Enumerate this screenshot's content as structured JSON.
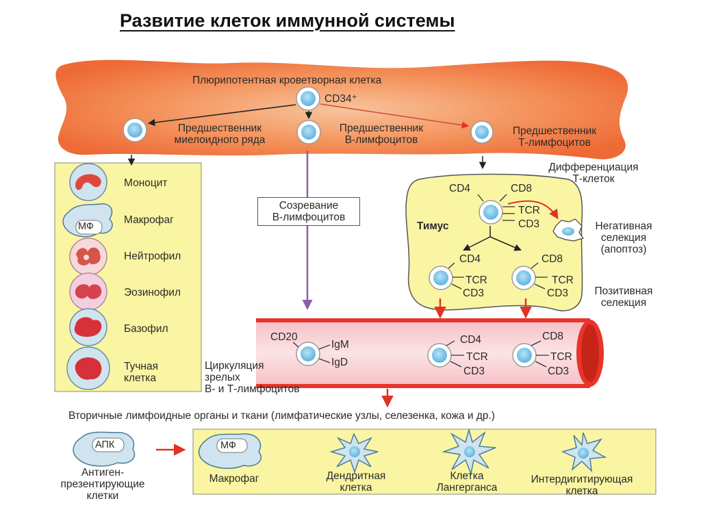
{
  "title": "Развитие клеток иммунной системы",
  "bone_marrow": {
    "stem_cell_label": "Плюрипотентная кроветворная клетка",
    "stem_cell_marker": "CD34⁺",
    "precursors": {
      "myeloid": [
        "Предшественник",
        "миелоидного ряда"
      ],
      "b_cell": [
        "Предшественник",
        "В-лимфоцитов"
      ],
      "t_cell": [
        "Предшественник",
        "Т-лимфоцитов"
      ]
    }
  },
  "myeloid_cells": {
    "macrophage_badge": "МФ",
    "labels": [
      "Моноцит",
      "Макрофаг",
      "Нейтрофил",
      "Эозинофил",
      "Базофил",
      "Тучная клетка"
    ],
    "mast_lines": [
      "Тучная",
      "клетка"
    ]
  },
  "b_maturation": [
    "Созревание",
    "В-лимфоцитов"
  ],
  "thymus": {
    "diff_label": [
      "Дифференциация",
      "Т-клеток"
    ],
    "name": "Тимус",
    "cd4": "CD4",
    "cd8": "CD8",
    "tcr": "TCR",
    "cd3": "CD3",
    "negative_selection": [
      "Негативная",
      "селекция",
      "(апоптоз)"
    ],
    "positive_selection": [
      "Позитивная",
      "селекция"
    ]
  },
  "circulation": {
    "label": [
      "Циркуляция",
      "зрелых",
      "В- и Т-лимфоцитов"
    ],
    "b_markers": {
      "cd20": "CD20",
      "igm": "IgM",
      "igd": "IgD"
    }
  },
  "secondary": {
    "header": "Вторичные лимфоидные органы и ткани (лимфатические узлы, селезенка, кожа и др.)",
    "apc_badge": "АПК",
    "apc_label": [
      "Антиген-",
      "презентирующие",
      "клетки"
    ],
    "mf_badge": "МФ",
    "cells": [
      [
        "Макрофаг"
      ],
      [
        "Дендритная",
        "клетка"
      ],
      [
        "Клетка",
        "Лангерганса"
      ],
      [
        "Интердигитирующая",
        "клетка"
      ]
    ]
  },
  "colors": {
    "bone": "#f28a55",
    "panel": "#faf5a3",
    "vessel": "#e8342a",
    "vessel_fill": "#f8d0d4",
    "cell": "#7fc4e8",
    "arrow_red": "#e03323",
    "arrow_purple": "#8c5fa8"
  }
}
